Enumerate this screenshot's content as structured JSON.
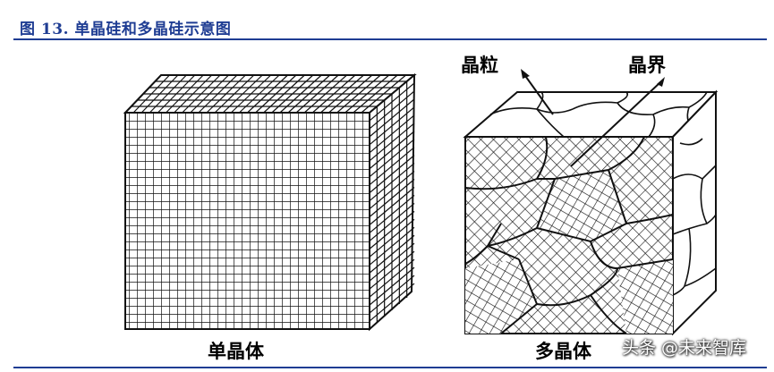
{
  "figure": {
    "title": "图 13. 单晶硅和多晶硅示意图",
    "accent_color": "#1f3d93"
  },
  "left_diagram": {
    "caption": "单晶体"
  },
  "right_diagram": {
    "caption": "多晶体",
    "label_grain": "晶粒",
    "label_boundary": "晶界"
  },
  "watermark": {
    "text": "头条 @未来智库"
  }
}
